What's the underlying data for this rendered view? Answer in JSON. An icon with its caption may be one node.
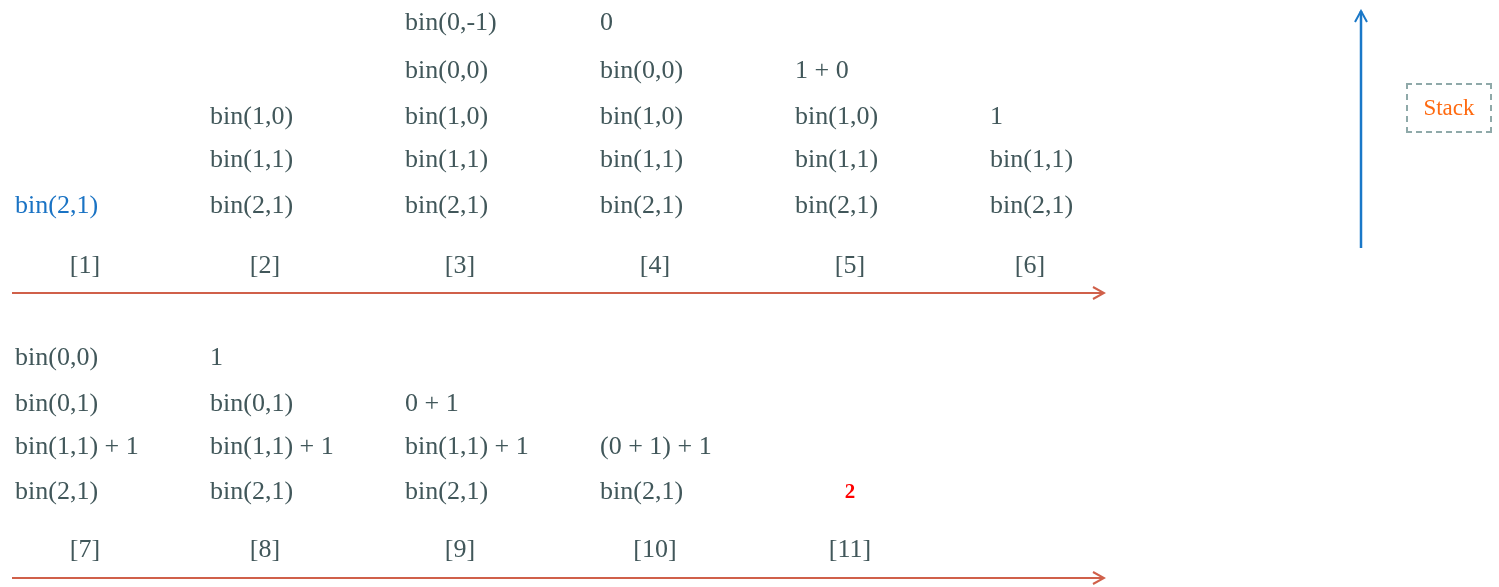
{
  "diagram": {
    "nodes": [
      {
        "text": [
          "Stack"
        ]
      }
    ],
    "labels": [
      "bin(0,-1)",
      "0",
      "bin(0,0)",
      "bin(0,0)",
      "1 + 0",
      "bin(1,0)",
      "bin(1,0)",
      "bin(1,0)",
      "bin(1,0)",
      "1",
      "bin(1,1)",
      "bin(1,1)",
      "bin(1,1)",
      "bin(1,1)",
      "bin(1,1)",
      "bin(2,1)",
      "bin(2,1)",
      "bin(2,1)",
      "bin(2,1)",
      "bin(2,1)",
      "bin(2,1)",
      "[1]",
      "[2]",
      "[3]",
      "[4]",
      "[5]",
      "[6]",
      "bin(0,0)",
      "1",
      "bin(0,1)",
      "bin(0,1)",
      "0 + 1",
      "bin(1,1) + 1",
      "bin(1,1) + 1",
      "bin(1,1) + 1",
      "(0 + 1) + 1",
      "bin(2,1)",
      "bin(2,1)",
      "bin(2,1)",
      "bin(2,1)",
      "2",
      "[7]",
      "[8]",
      "[9]",
      "[10]",
      "[11]"
    ]
  }
}
